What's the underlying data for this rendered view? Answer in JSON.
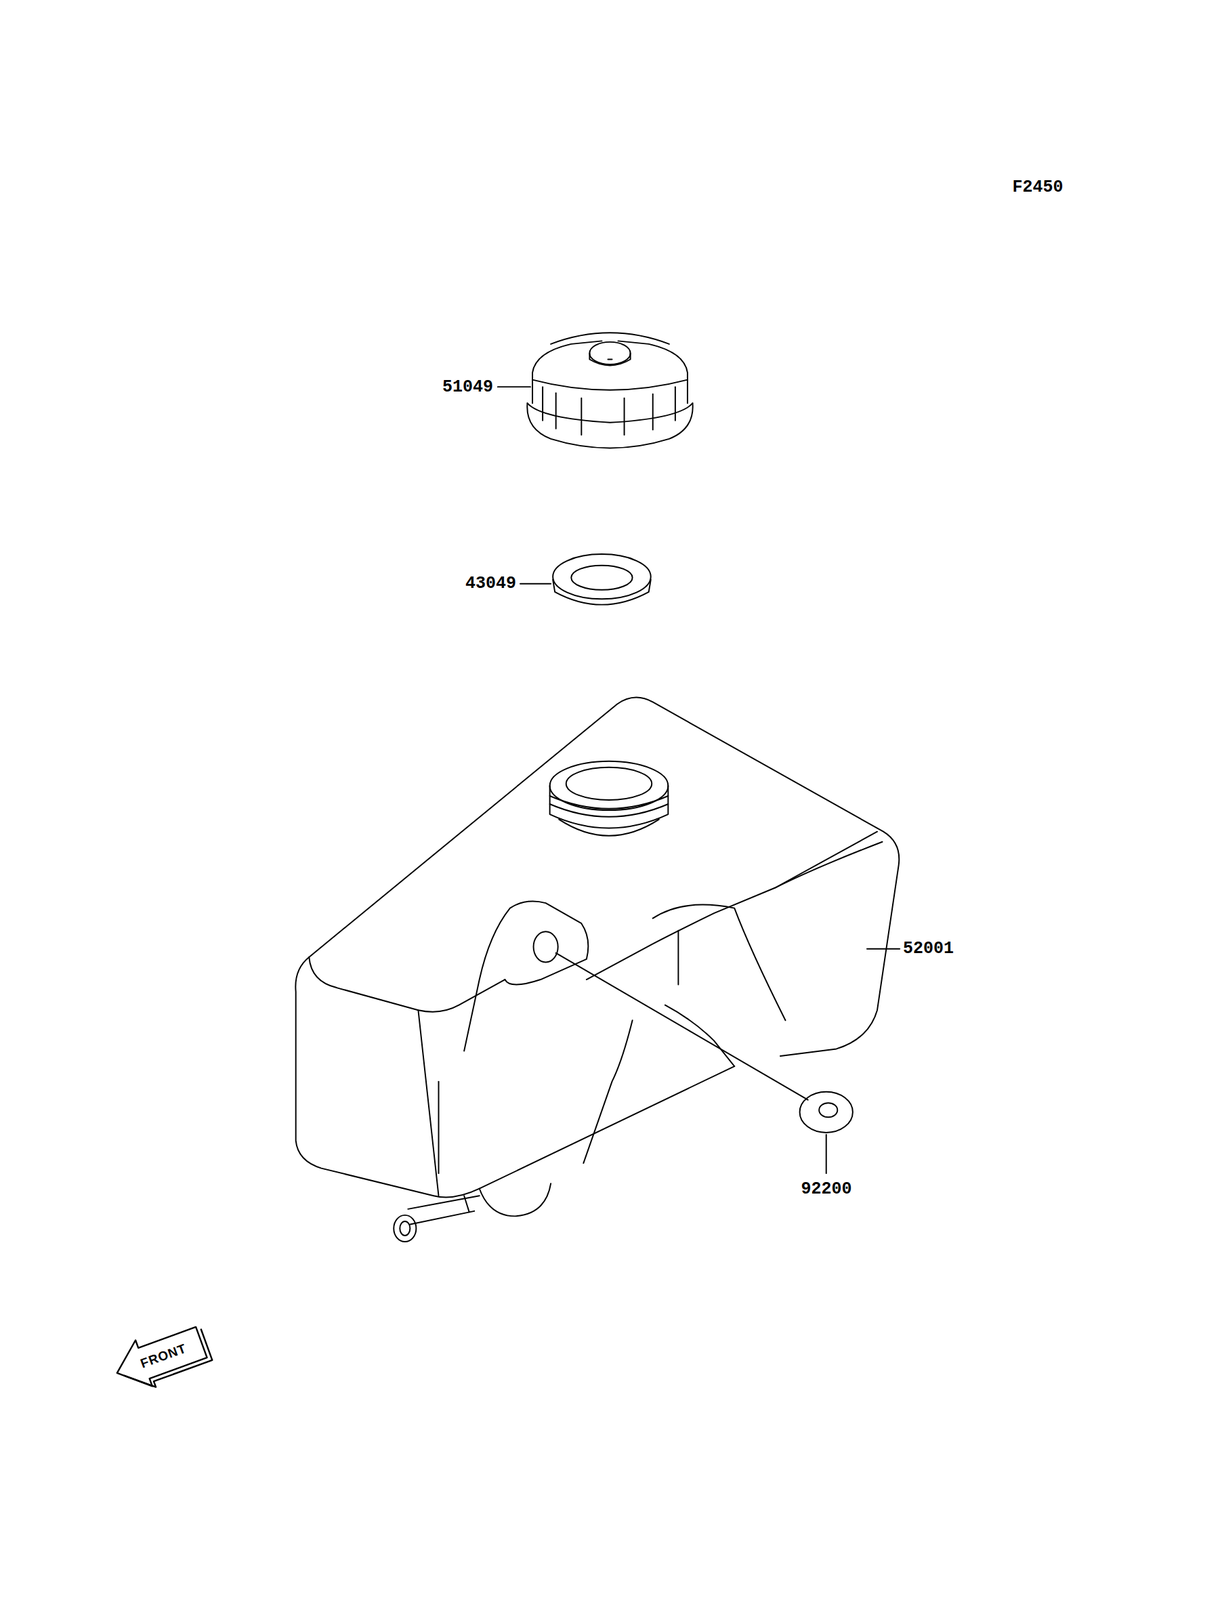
{
  "diagram": {
    "labels": [
      "F2450",
      "51049",
      "43049",
      "52001",
      "92200",
      "FRONT"
    ]
  }
}
